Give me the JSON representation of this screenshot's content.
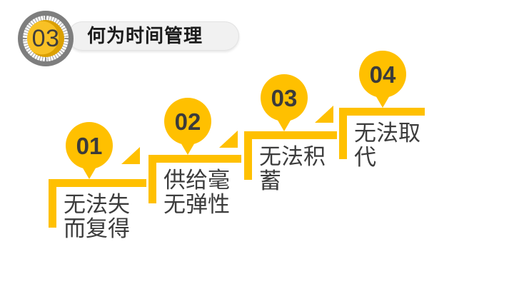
{
  "slide": {
    "badge_number": "03",
    "title": "何为时间管理"
  },
  "colors": {
    "accent_yellow": "#FFC000",
    "badge_yellow": "#F3B71B",
    "badge_ring_gray": "#7E7E7E",
    "banner_gray": "#F1F1F1",
    "title_black": "#1B1B1B",
    "text_dark": "#3C3C3C"
  },
  "steps": [
    {
      "number": "01",
      "line1": "无法失",
      "line2": "而复得"
    },
    {
      "number": "02",
      "line1": "供给毫",
      "line2": "无弹性"
    },
    {
      "number": "03",
      "line1": "无法积",
      "line2": "蓄"
    },
    {
      "number": "04",
      "line1": "无法取",
      "line2": "代"
    }
  ]
}
